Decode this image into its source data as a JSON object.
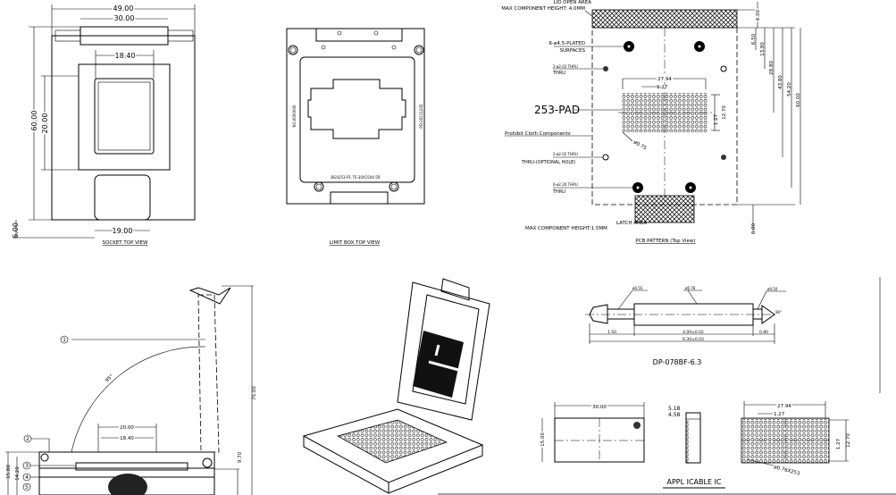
{
  "socket_top_view": {
    "title": "SOCKET TOP VIEW",
    "dims": {
      "width_outer": "49.00",
      "width_lid": "30.00",
      "width_window": "18.40",
      "height_window": "20.00",
      "height_total": "60.00",
      "latch_offset": "6.00",
      "latch_width": "19.00"
    }
  },
  "limit_box_top_view": {
    "title": "LIMIT BOX  TOP VIEW",
    "left_mark": "NO.0000000",
    "right_mark": "PD.20211205",
    "bottom_mark": "BGA253-P1.75-30X15X4.5R"
  },
  "pcb_pattern": {
    "title": "PCB PATTERN (Top View)",
    "lid_area_line1": "LID OPEN AREA",
    "lid_area_line2": "MAX COMPONENT HEIGHT: 4.0MM",
    "plated_line1": "6-ø4.5-PLATED",
    "plated_line2": "SURFACES",
    "hole1_line1": "2-ø2.02 THRU",
    "hole1_line2": "THRU",
    "pad_count": "253-PAD",
    "prohibit": "Prohibit Cloth Components",
    "hole2_line1": "2-ø2.02 THRU",
    "hole2_line2": "THRU-(OPTIONAL HOLE)",
    "hole3_line1": "6-ø2.20 THRU",
    "hole3_line2": "THRU",
    "latch_line1": "LATCH AREA",
    "latch_line2": "MAX COMPONENT HEIGHT:1.5MM",
    "dims": {
      "pitch_x": "27.94",
      "pitch": "1.27",
      "pitch_y": "1.27",
      "span_y": "12.70",
      "pad_dia": "ø0.75",
      "d1": "6.50",
      "d2": "13.80",
      "d3": "28.80",
      "d4": "43.80",
      "d5": "54.20",
      "d6": "60.00",
      "top": "6.00",
      "bottom": "6.00"
    }
  },
  "side_view": {
    "callouts": [
      "1",
      "2",
      "3",
      "4",
      "5"
    ],
    "angle": "95°",
    "dims": {
      "w1": "20.00",
      "w2": "18.40",
      "h_total": "75.00",
      "h_base": "9.70",
      "h1": "15.80",
      "h2": "14.20"
    }
  },
  "pin": {
    "title": "DP-078BF-6.3",
    "dims": {
      "tip_left": "ø0.55",
      "body": "ø0.78",
      "tip_right": "ø0.50",
      "angle": "90°",
      "left_len": "1.50",
      "body_len": "4.00±0.02",
      "right_len": "0.80",
      "total_len": "6.30±0.03"
    }
  },
  "applicable_ic": {
    "title": "APPL ICABLE IC",
    "dims": {
      "width": "30.00",
      "height": "15.00",
      "thick1": "5.18",
      "thick2": "4.58",
      "pitch_x": "27.94",
      "pitch": "1.27",
      "pitch_y": "1.27",
      "span_y": "12.70",
      "balls": "ø0.76X253"
    }
  }
}
